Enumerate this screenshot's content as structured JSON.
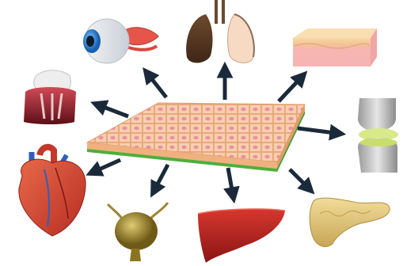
{
  "diagram": {
    "center": {
      "name": "epithelial-tissue-sheet",
      "cell_fill": "#f6c8a8",
      "nucleus": "#e98aa0",
      "edge": "#e8a070",
      "base": "#4fae3a"
    },
    "arrow_color": "#1b2a3a",
    "targets": [
      {
        "name": "eye",
        "icon": "eye-icon"
      },
      {
        "name": "lungs",
        "icon": "lungs-icon"
      },
      {
        "name": "skin",
        "icon": "skin-block-icon"
      },
      {
        "name": "tooth",
        "icon": "tooth-icon"
      },
      {
        "name": "knee-joint",
        "icon": "joint-cartilage-icon"
      },
      {
        "name": "heart",
        "icon": "heart-icon"
      },
      {
        "name": "bladder",
        "icon": "bladder-icon"
      },
      {
        "name": "liver",
        "icon": "liver-icon"
      },
      {
        "name": "pancreas",
        "icon": "pancreas-icon"
      }
    ]
  }
}
